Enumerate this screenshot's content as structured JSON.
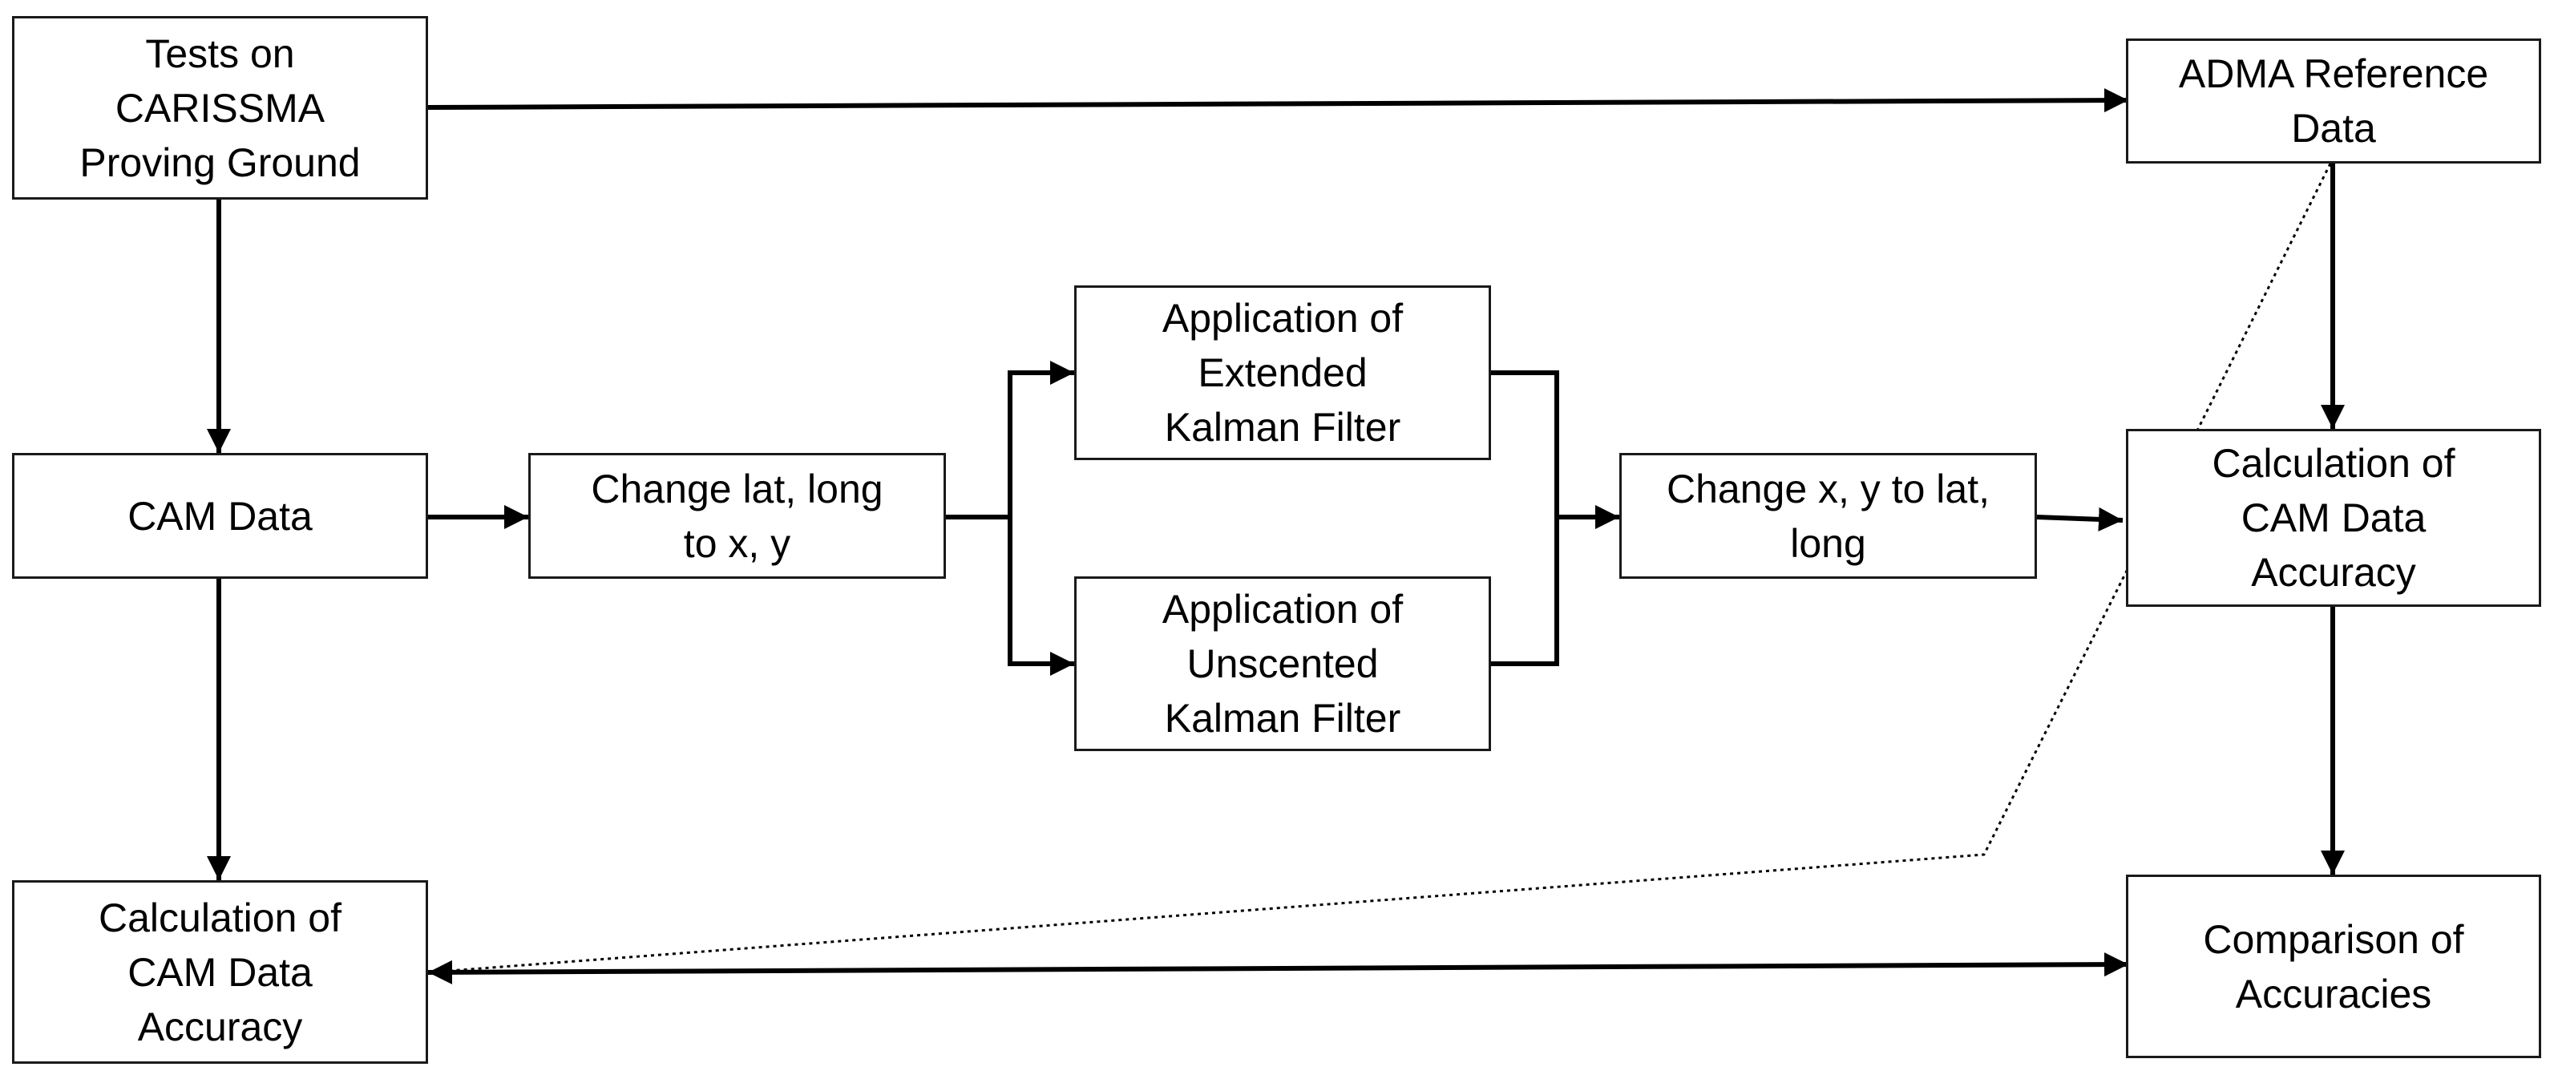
{
  "diagram": {
    "nodes": {
      "tests": {
        "label": "Tests on\nCARISSMA\nProving Ground"
      },
      "cam_data": {
        "label": "CAM Data"
      },
      "calc_left": {
        "label": "Calculation of\nCAM Data\nAccuracy"
      },
      "change_latlong": {
        "label": "Change lat, long\nto x, y"
      },
      "ekf": {
        "label": "Application of\nExtended\nKalman Filter"
      },
      "ukf": {
        "label": "Application of\nUnscented\nKalman Filter"
      },
      "change_xy": {
        "label": "Change x, y to lat,\nlong"
      },
      "adma": {
        "label": "ADMA Reference\nData"
      },
      "calc_right": {
        "label": "Calculation of\nCAM Data\nAccuracy"
      },
      "comparison": {
        "label": "Comparison of\nAccuracies"
      }
    },
    "edges": [
      {
        "from": "tests",
        "to": "adma",
        "style": "solid"
      },
      {
        "from": "tests",
        "to": "cam_data",
        "style": "solid"
      },
      {
        "from": "cam_data",
        "to": "change_latlong",
        "style": "solid"
      },
      {
        "from": "cam_data",
        "to": "calc_left",
        "style": "solid"
      },
      {
        "from": "change_latlong",
        "to": "ekf",
        "style": "solid"
      },
      {
        "from": "change_latlong",
        "to": "ukf",
        "style": "solid"
      },
      {
        "from": "ekf",
        "to": "change_xy",
        "style": "solid"
      },
      {
        "from": "ukf",
        "to": "change_xy",
        "style": "solid"
      },
      {
        "from": "change_xy",
        "to": "calc_right",
        "style": "solid"
      },
      {
        "from": "adma",
        "to": "calc_right",
        "style": "solid"
      },
      {
        "from": "calc_right",
        "to": "comparison",
        "style": "solid"
      },
      {
        "from": "calc_left",
        "to": "comparison",
        "style": "solid"
      },
      {
        "from": "adma",
        "to": "calc_left",
        "style": "dotted"
      }
    ],
    "colors": {
      "line": "#000000",
      "box_border": "#1a1a1a",
      "background": "#ffffff"
    }
  }
}
